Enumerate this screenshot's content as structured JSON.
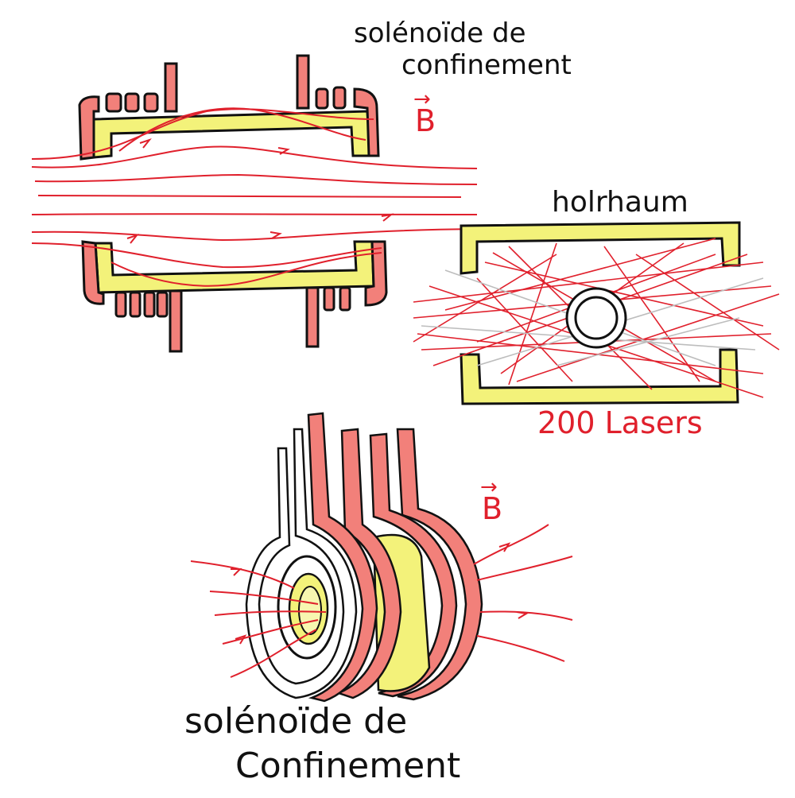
{
  "labels": {
    "top_solenoid_line1": "solénoïde de",
    "top_solenoid_line2": "confinement",
    "hohlraum": "holrhaum",
    "lasers": "200 Lasers",
    "bottom_solenoid_line1": "solénoïde de",
    "bottom_solenoid_line2": "Confinement",
    "b_field": "B",
    "b_arrow": "→"
  },
  "colors": {
    "ink": "#111111",
    "coil_red": "#e0202c",
    "coil_fill": "#f2807a",
    "hohlraum_fill": "#f3f27a",
    "field_line": "#e0202c"
  }
}
